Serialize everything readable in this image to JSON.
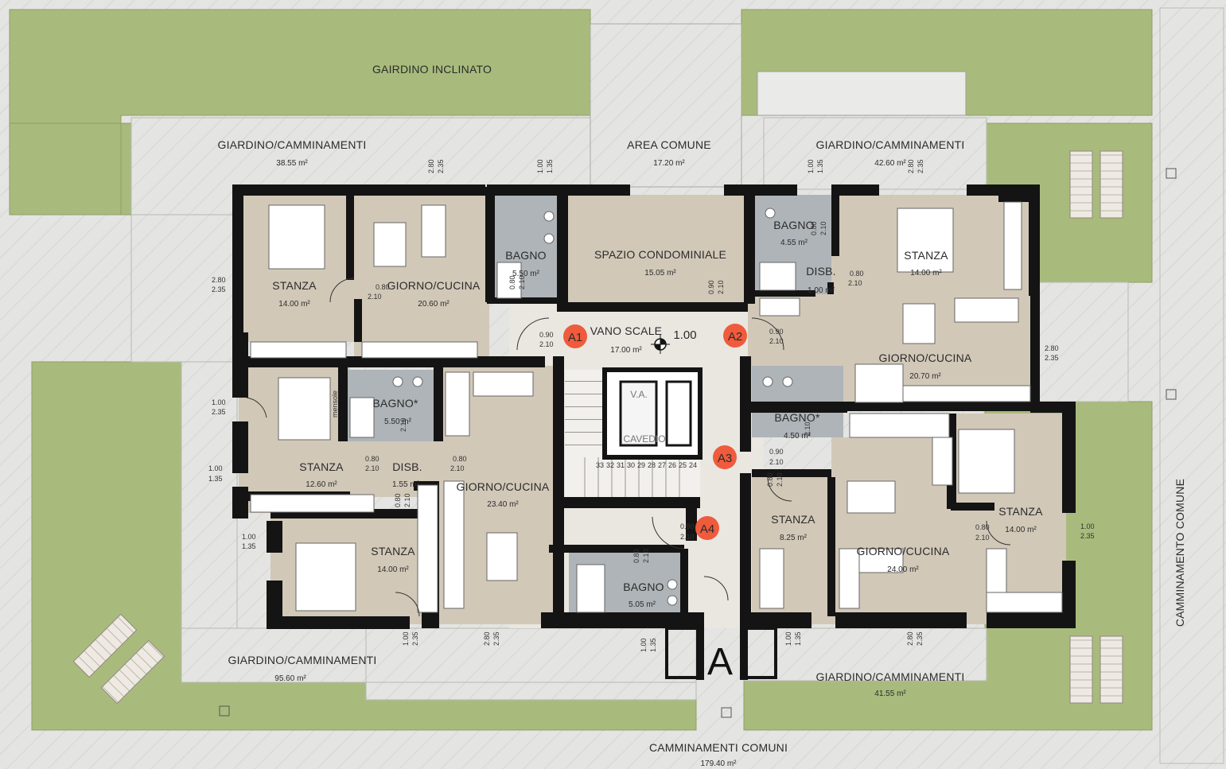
{
  "outdoor": {
    "gairdino_inclinato": "GAIRDINO INCLINATO",
    "giardino_nw": {
      "name": "GIARDINO/CAMMINAMENTI",
      "area": "38.55 m²"
    },
    "area_comune": {
      "name": "AREA COMUNE",
      "area": "17.20 m²"
    },
    "giardino_ne": {
      "name": "GIARDINO/CAMMINAMENTI",
      "area": "42.60 m²"
    },
    "giardino_sw": {
      "name": "GIARDINO/CAMMINAMENTI",
      "area": "95.60 m²"
    },
    "giardino_se": {
      "name": "GIARDINO/CAMMINAMENTI",
      "area": "41.55 m²"
    },
    "camminamenti_comuni": {
      "name": "CAMMINAMENTI COMUNI",
      "area": "179.40 m²"
    },
    "camminamento_comune": "CAMMINAMENTO COMUNE"
  },
  "rooms": {
    "a1_stanza": {
      "name": "STANZA",
      "area": "14.00 m²"
    },
    "a1_giorno": {
      "name": "GIORNO/CUCINA",
      "area": "20.60 m²"
    },
    "a1_bagno": {
      "name": "BAGNO",
      "area": "5.50 m²"
    },
    "spazio": {
      "name": "SPAZIO CONDOMINIALE",
      "area": "15.05 m²"
    },
    "a2_bagno": {
      "name": "BAGNO",
      "area": "4.55 m²"
    },
    "a2_stanza": {
      "name": "STANZA",
      "area": "14.00 m²"
    },
    "a2_disb": {
      "name": "DISB.",
      "area": "1.00 m²"
    },
    "a2_giorno": {
      "name": "GIORNO/CUCINA",
      "area": "20.70 m²"
    },
    "vano": {
      "name": "VANO SCALE",
      "area": "17.00 m²",
      "level": "1.00"
    },
    "va": "V.A.",
    "cavedio": "CAVEDIO",
    "a4_bagno_star": {
      "name": "BAGNO*",
      "area": "5.50 m²",
      "note": "mensole"
    },
    "a4_stanza1": {
      "name": "STANZA",
      "area": "12.60 m²"
    },
    "a4_disb": {
      "name": "DISB.",
      "area": "1.55 m²"
    },
    "a4_giorno": {
      "name": "GIORNO/CUCINA",
      "area": "23.40 m²"
    },
    "a4_stanza2": {
      "name": "STANZA",
      "area": "14.00 m²"
    },
    "a4_bagno": {
      "name": "BAGNO",
      "area": "5.05 m²"
    },
    "a3_bagno_star": {
      "name": "BAGNO*",
      "area": "4.50 m²"
    },
    "a3_stanza1": {
      "name": "STANZA",
      "area": "8.25 m²"
    },
    "a3_giorno": {
      "name": "GIORNO/CUCINA",
      "area": "24.00 m²"
    },
    "a3_stanza2": {
      "name": "STANZA",
      "area": "14.00 m²"
    }
  },
  "apartments": [
    "A1",
    "A2",
    "A3",
    "A4"
  ],
  "entrance": "A",
  "stairs": [
    "33",
    "32",
    "31",
    "30",
    "29",
    "28",
    "27",
    "26",
    "25",
    "24"
  ],
  "dims": {
    "d090": "0.90",
    "d080": "0.80",
    "d100": "1.00",
    "d280": "2.80",
    "h210": "2.10",
    "h135": "1.35",
    "h235": "2.35"
  },
  "colors": {
    "lawn": "#a9bb7c",
    "paving": "#e3e4e1",
    "room": "#d2c8b8",
    "corridor": "#eae6e0",
    "bath": "#aeb4b8",
    "wall": "#141414",
    "marker": "#ef5b3c"
  }
}
